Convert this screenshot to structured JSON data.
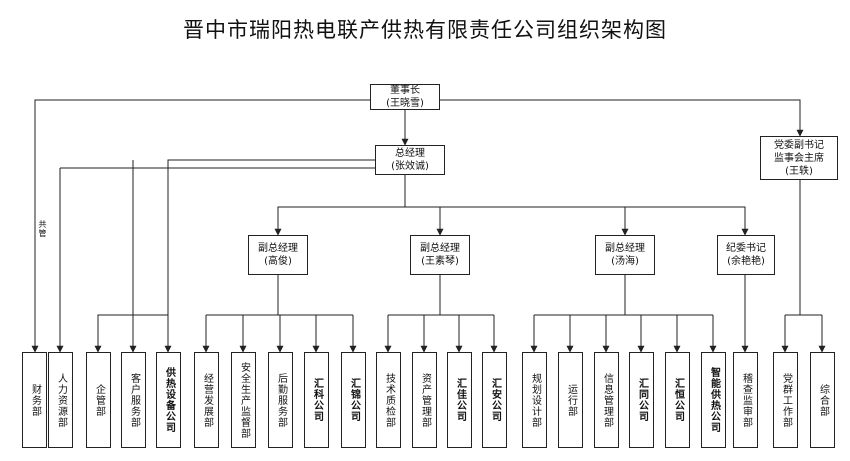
{
  "title": "晋中市瑞阳热电联产供热有限责任公司组织架构图",
  "note": "共管",
  "chairman": {
    "role": "董事长",
    "name": "(王晓雪)"
  },
  "gm": {
    "role": "总经理",
    "name": "(张效诚)"
  },
  "party": {
    "role_line1": "党委副书记",
    "role_line2": "监事会主席",
    "name": "(王轶)"
  },
  "vp_gao": {
    "role": "副总经理",
    "name": "(高俊)"
  },
  "vp_wang": {
    "role": "副总经理",
    "name": "(王素琴)"
  },
  "vp_tang": {
    "role": "副总经理",
    "name": "(汤海)"
  },
  "discipline": {
    "role": "纪委书记",
    "name": "(余艳艳)"
  },
  "departments": [
    "财务部",
    "人力资源部",
    "企管部",
    "客户服务部",
    "供热设备公司",
    "经营发展部",
    "安全生产监督部",
    "后勤服务部",
    "汇科公司",
    "汇锦公司",
    "技术质检部",
    "资产管理部",
    "汇佳公司",
    "汇安公司",
    "规划设计部",
    "运行部",
    "信息管理部",
    "汇同公司",
    "汇恒公司",
    "智能供热公司",
    "稽查监审部",
    "党群工作部",
    "综合部"
  ]
}
